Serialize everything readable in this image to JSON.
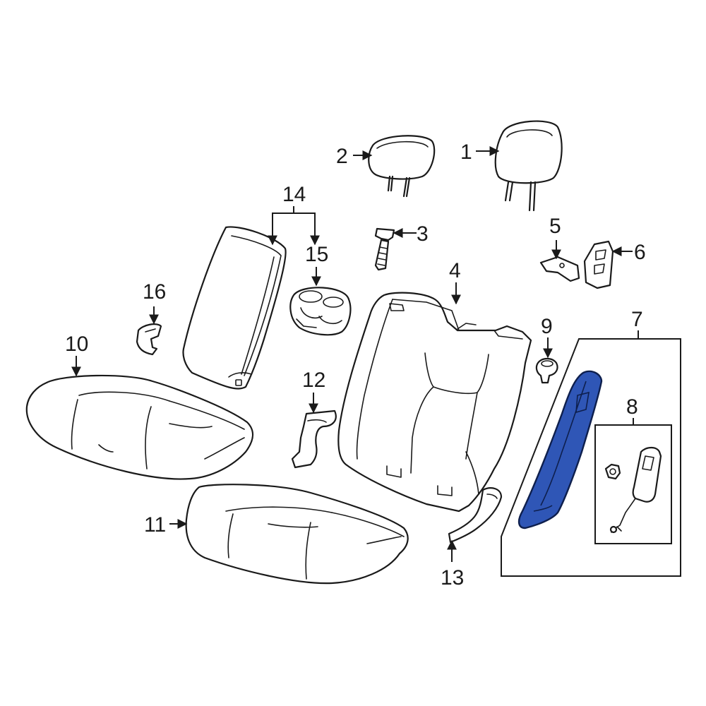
{
  "diagram": {
    "callouts": {
      "c1": "1",
      "c2": "2",
      "c3": "3",
      "c4": "4",
      "c5": "5",
      "c6": "6",
      "c7": "7",
      "c8": "8",
      "c9": "9",
      "c10": "10",
      "c11": "11",
      "c12": "12",
      "c13": "13",
      "c14": "14",
      "c15": "15",
      "c16": "16"
    },
    "highlight_color": "#2f56b6",
    "highlighted_part": "7"
  }
}
